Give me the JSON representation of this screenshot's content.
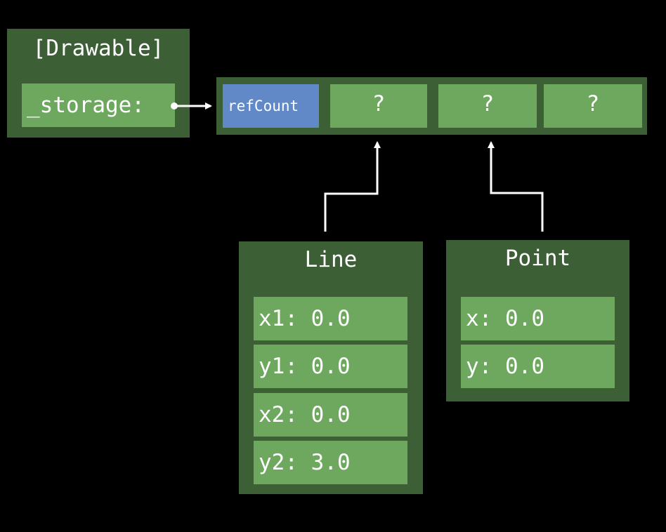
{
  "drawable": {
    "title": "[Drawable]",
    "storage_label": "_storage:"
  },
  "buffer": {
    "ref_count_label": "refCount",
    "slots": [
      "?",
      "?",
      "?"
    ]
  },
  "line": {
    "title": "Line",
    "fields": [
      "x1: 0.0",
      "y1: 0.0",
      "x2: 0.0",
      "y2: 3.0"
    ]
  },
  "point": {
    "title": "Point",
    "fields": [
      "x: 0.0",
      "y: 0.0"
    ]
  },
  "colors": {
    "background": "#000000",
    "box_dark_green": "#3d5f36",
    "cell_light_green": "#6ea85f",
    "refcount_blue": "#6189c7",
    "arrow": "#ffffff"
  }
}
